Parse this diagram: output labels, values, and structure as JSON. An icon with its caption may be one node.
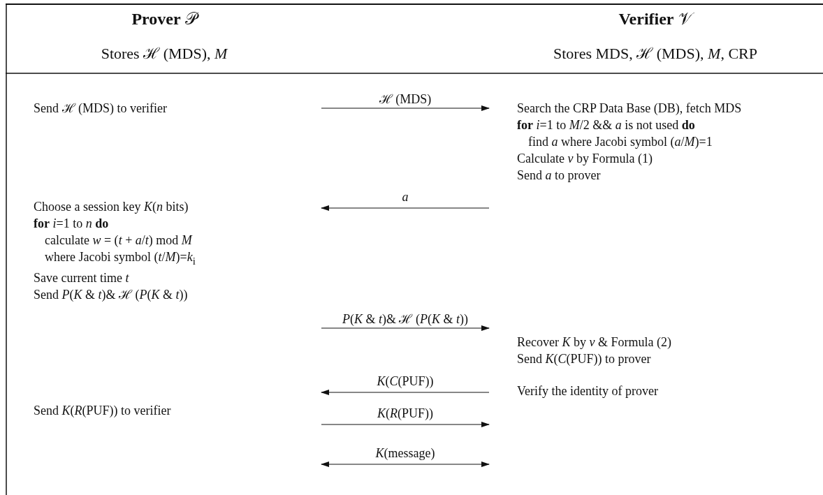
{
  "diagram": {
    "nodes": [
      {
        "text": [
          "**Prover** 𝒫",
          "Stores ℋ (MDS), *M*"
        ]
      },
      {
        "text": [
          "Send ℋ (MDS) to verifier"
        ],
        "in": 0
      },
      {
        "text": [
          "Choose a session key *K*(*n* bits)",
          "**for** *i*=1 to *n*   **do**",
          "calculate *w* = (*t* + *a*/*t*) mod *M*",
          "where Jacobi symbol (*t*/*M*)=*k*$_{i}$",
          "Save current time *t*",
          "Send *P*(*K* & *t*)& ℋ (*P*(*K* & *t*))"
        ],
        "in": 0
      },
      {
        "text": [
          "Send *K*(*R*(PUF)) to verifier"
        ],
        "in": 0
      },
      {
        "text": [
          "**Verifier** 𝒱",
          "Stores MDS, ℋ (MDS), *M*, CRP"
        ]
      },
      {
        "text": [
          "Search the CRP Data Base (DB), fetch MDS",
          "**for** *i*=1 to *M*/2  && *a* is not used  **do**",
          "find *a*  where Jacobi symbol (*a*/*M*)=1",
          "Calculate *v* by Formula (1)",
          "Send *a* to prover"
        ],
        "in": 4
      },
      {
        "text": [
          "Recover *K* by *v* & Formula (2)",
          "Send *K*(*C*(PUF)) to prover"
        ],
        "in": 4
      },
      {
        "text": [
          "Verify the identity of prover"
        ],
        "in": 4
      }
    ],
    "edges": [
      {
        "from": 1,
        "to": 5,
        "arrow": "to",
        "label": "ℋ (MDS)"
      },
      {
        "from": 5,
        "to": 2,
        "arrow": "to",
        "label": "*a*"
      },
      {
        "from": 2,
        "to": 6,
        "arrow": "to",
        "label": "*P*(*K* & *t*)& ℋ (*P*(*K* & *t*))"
      },
      {
        "from": 6,
        "to": 3,
        "arrow": "to",
        "label": "*K*(*C*(PUF))"
      },
      {
        "from": 3,
        "to": 7,
        "arrow": "to",
        "label": "*K*(*R*(PUF))"
      },
      {
        "from": 0,
        "to": 4,
        "arrow": "both",
        "label": "*K*(message)"
      }
    ]
  }
}
